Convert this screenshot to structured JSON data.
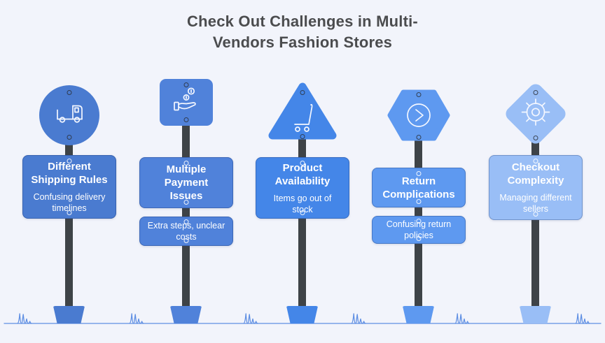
{
  "title": {
    "line1": "Check Out Challenges in Multi-",
    "line2": "Vendors Fashion Stores"
  },
  "posts": [
    {
      "shape": "circle",
      "icon": "delivery-truck-icon",
      "title": "Different Shipping Rules",
      "subtitle": "Confusing delivery timelines",
      "color": "#4a7bd0"
    },
    {
      "shape": "square",
      "icon": "hand-receiving-coins-icon",
      "title": "Multiple Payment Issues",
      "subtitle": "Extra steps, unclear costs",
      "color": "#5082da"
    },
    {
      "shape": "triangle",
      "icon": "shopping-cart-icon",
      "title": "Product Availability",
      "subtitle": "Items go out of stock",
      "color": "#4486e8"
    },
    {
      "shape": "hexagon",
      "icon": "circle-arrow-right-icon",
      "title": "Return Complications",
      "subtitle": "Confusing return policies",
      "color": "#5e99f0"
    },
    {
      "shape": "diamond",
      "icon": "sun-wheel-icon",
      "title": "Checkout Complexity",
      "subtitle": "Managing different sellers",
      "color": "#99bef6"
    }
  ],
  "colors": {
    "background": "#f2f4fb",
    "title_text": "#4b4c4e",
    "pole": "#3e4347",
    "ground": "#5f8fe3",
    "label_text": "#ffffff"
  }
}
